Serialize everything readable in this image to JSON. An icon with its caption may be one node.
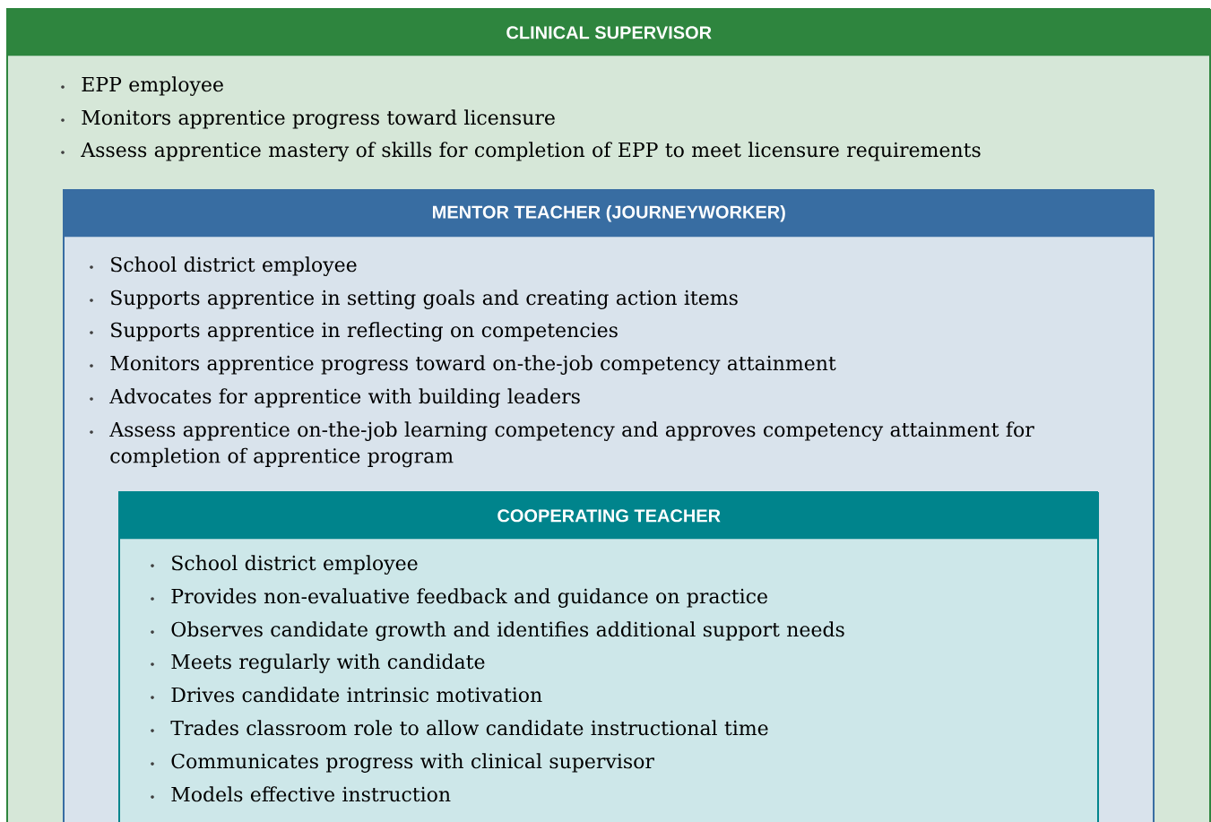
{
  "diagram": {
    "nodes": [
      {
        "text": [
          "CLINICAL SUPERVISOR",
          "EPP employee",
          "Monitors apprentice progress toward licensure",
          "Assess apprentice mastery of skills for completion of EPP to meet licensure requirements"
        ]
      },
      {
        "text": [
          "MENTOR TEACHER (JOURNEYWORKER)",
          "School district employee",
          "Supports apprentice in setting goals and creating action items",
          "Supports apprentice in reflecting on competencies",
          "Monitors apprentice progress toward on-the-job competency attainment",
          "Advocates for apprentice with building leaders",
          "Assess apprentice on-the-job learning competency and approves competency attainment for completion of apprentice program"
        ],
        "in": 0
      },
      {
        "text": [
          "COOPERATING TEACHER",
          "School district employee",
          "Provides non-evaluative feedback and guidance on practice",
          "Observes candidate growth and identifies additional support needs",
          "Meets regularly with candidate",
          "Drives candidate intrinsic motivation",
          "Trades classroom role to allow candidate instructional time",
          "Communicates progress with clinical supervisor",
          "Models effective instruction"
        ],
        "in": 1
      }
    ]
  }
}
